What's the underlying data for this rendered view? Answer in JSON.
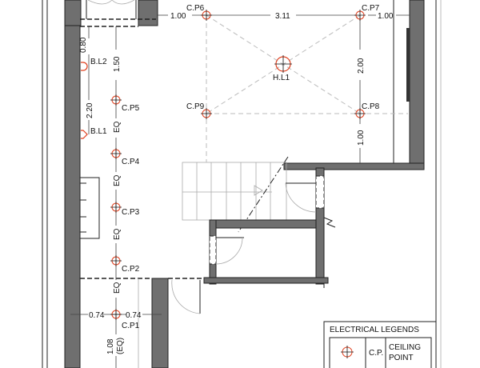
{
  "points": [
    {
      "id": "C.P6",
      "type": "ceiling"
    },
    {
      "id": "C.P7",
      "type": "ceiling"
    },
    {
      "id": "C.P8",
      "type": "ceiling"
    },
    {
      "id": "C.P9",
      "type": "ceiling"
    },
    {
      "id": "H.L1",
      "type": "hanging"
    },
    {
      "id": "C.P5",
      "type": "ceiling"
    },
    {
      "id": "C.P4",
      "type": "ceiling"
    },
    {
      "id": "C.P3",
      "type": "ceiling"
    },
    {
      "id": "C.P2",
      "type": "ceiling"
    },
    {
      "id": "C.P1",
      "type": "ceiling"
    },
    {
      "id": "B.L2",
      "type": "bracket"
    },
    {
      "id": "B.L1",
      "type": "bracket"
    }
  ],
  "dimensions": {
    "top_left": "1.00",
    "top_mid": "3.11",
    "top_right": "1.00",
    "right_vert": "2.00",
    "right_lower": "1.00",
    "bl_upper": "0.80",
    "bl_lower": "2.20",
    "col_top": "1.50",
    "eq": "EQ",
    "p1_left": "0.74",
    "p1_right": "0.74",
    "bottom": "1.08",
    "bottom_eq": "(EQ)"
  },
  "legend": {
    "title": "ELECTRICAL LEGENDS",
    "rows": [
      {
        "code": "C.P.",
        "desc_line1": "CEILING",
        "desc_line2": "POINT",
        "icon": "ceiling-point-icon"
      }
    ]
  },
  "colors": {
    "symbol": "#e0401f",
    "wall": "#6f6f6f"
  }
}
